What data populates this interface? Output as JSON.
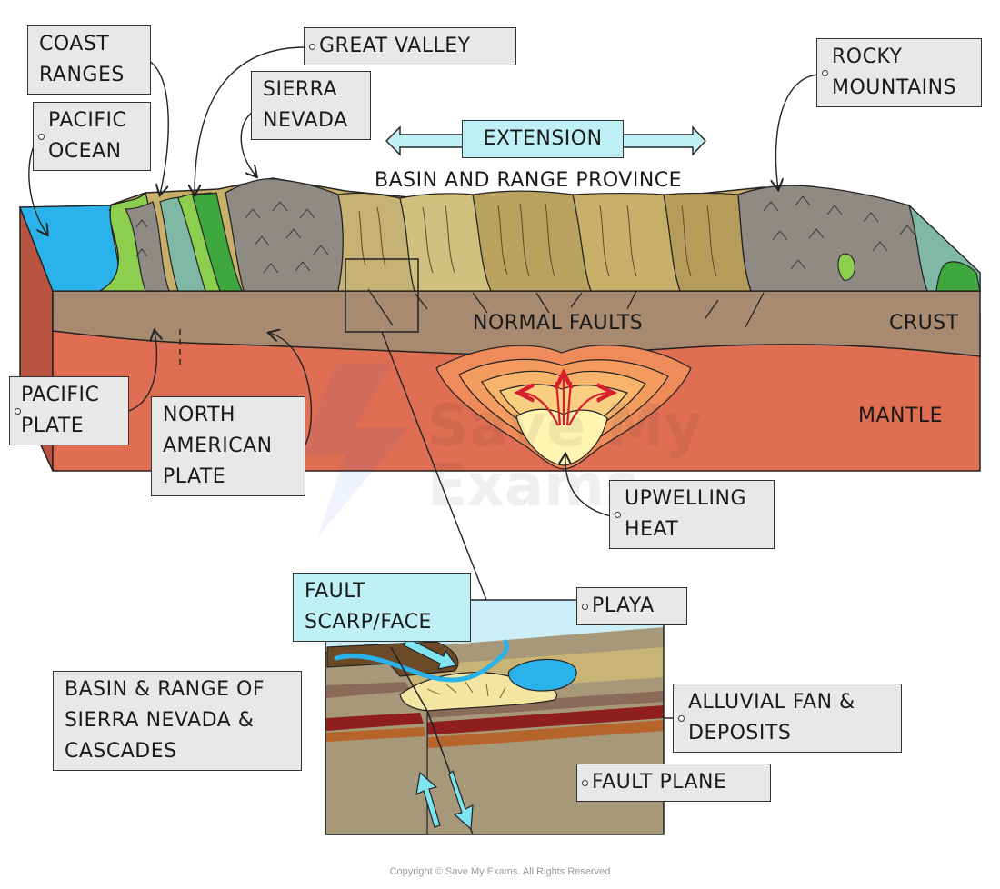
{
  "labels": {
    "coast_ranges": [
      "COAST",
      "RANGES"
    ],
    "great_valley": "GREAT VALLEY",
    "sierra_nevada": [
      "SIERRA",
      "NEVADA"
    ],
    "pacific_ocean": [
      "PACIFIC",
      "OCEAN"
    ],
    "extension": "EXTENSION",
    "basin_and_range_province": "BASIN AND RANGE PROVINCE",
    "rocky_mountains": [
      "ROCKY",
      "MOUNTAINS"
    ],
    "normal_faults": "NORMAL FAULTS",
    "crust": "CRUST",
    "mantle": "MANTLE",
    "pacific_plate": [
      "PACIFIC",
      "PLATE"
    ],
    "north_american_plate": [
      "NORTH",
      "AMERICAN",
      "PLATE"
    ],
    "upwelling_heat": [
      "UPWELLING",
      "HEAT"
    ],
    "fault_scarp_face": [
      "FAULT",
      "SCARP/FACE"
    ],
    "playa": "PLAYA",
    "alluvial_fan_deposits": [
      "ALLUVIAL FAN &",
      "DEPOSITS"
    ],
    "fault_plane": "FAULT PLANE",
    "inset_caption": [
      "BASIN & RANGE OF",
      "SIERRA NEVADA &",
      "CASCADES"
    ]
  },
  "watermark": [
    "Save My",
    "Exams"
  ],
  "copyright": "Copyright © Save My Exams. All Rights Reserved",
  "colors": {
    "ocean": "#2ab3ea",
    "crust": "#a88a70",
    "mantle": "#df6e52",
    "heat_core": "#fff4b0",
    "heat_mid": "#f9b064",
    "coast_green": "#8ccf4f",
    "valley_green": "#3ea83e",
    "sierra_grey": "#8f8a84",
    "basin_tan": "#c9b06a",
    "sky_inset": "#cdeef6",
    "label_bg": "#e8e8e8",
    "label_blue": "#bff0f5",
    "upwelling_arrows": "#d91e2e",
    "fault_arrows": "#7fe4f2"
  }
}
